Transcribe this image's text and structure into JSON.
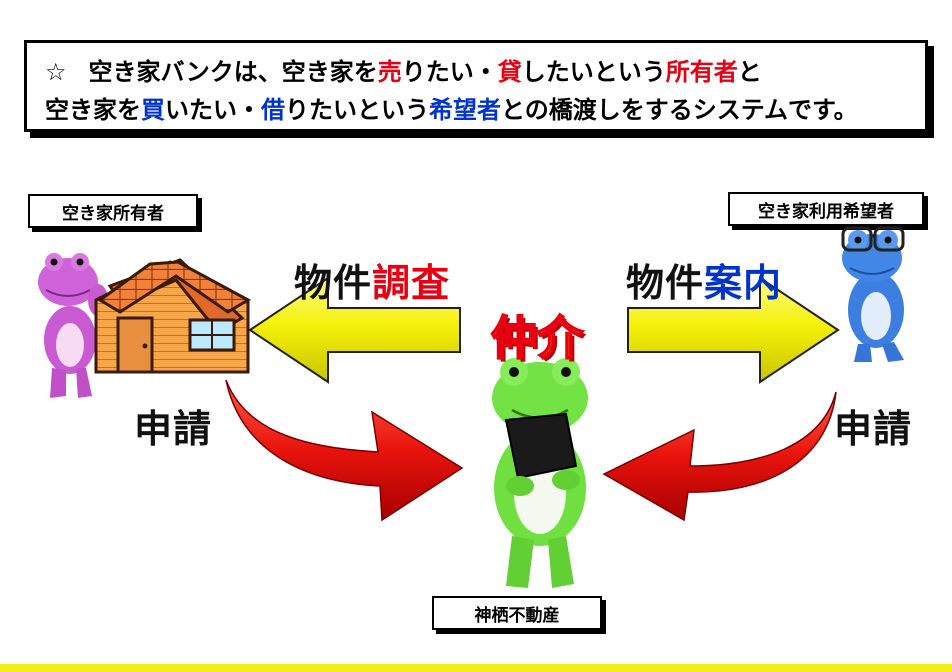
{
  "banner": {
    "line1": {
      "star": "☆",
      "t1": "空き家バンクは、空き家を",
      "sell": "売",
      "t2": "りたい・",
      "lend": "貸",
      "t3": "したいという",
      "owner": "所有者",
      "t4": "と"
    },
    "line2": {
      "t1": "空き家を",
      "buy": "買",
      "t2": "いたい・",
      "borrow": "借",
      "t3": "りたいという",
      "applicant": "希望者",
      "t4": "との橋渡しをするシステムです。"
    }
  },
  "labels": {
    "owner": "空き家所有者",
    "user": "空き家利用希望者",
    "agent": "神栖不動産"
  },
  "flow": {
    "survey_black": "物件",
    "survey_red": "調査",
    "guide_black": "物件",
    "guide_blue": "案内",
    "mediation": "仲介",
    "apply_left": "申請",
    "apply_right": "申請"
  },
  "colors": {
    "accent_red": "#e60012",
    "accent_blue": "#0033cc",
    "arrow_yellow": "#f5f10a",
    "frog_pink": "#c85ad2",
    "frog_blue": "#3d7fe0",
    "frog_green": "#6fe040"
  }
}
